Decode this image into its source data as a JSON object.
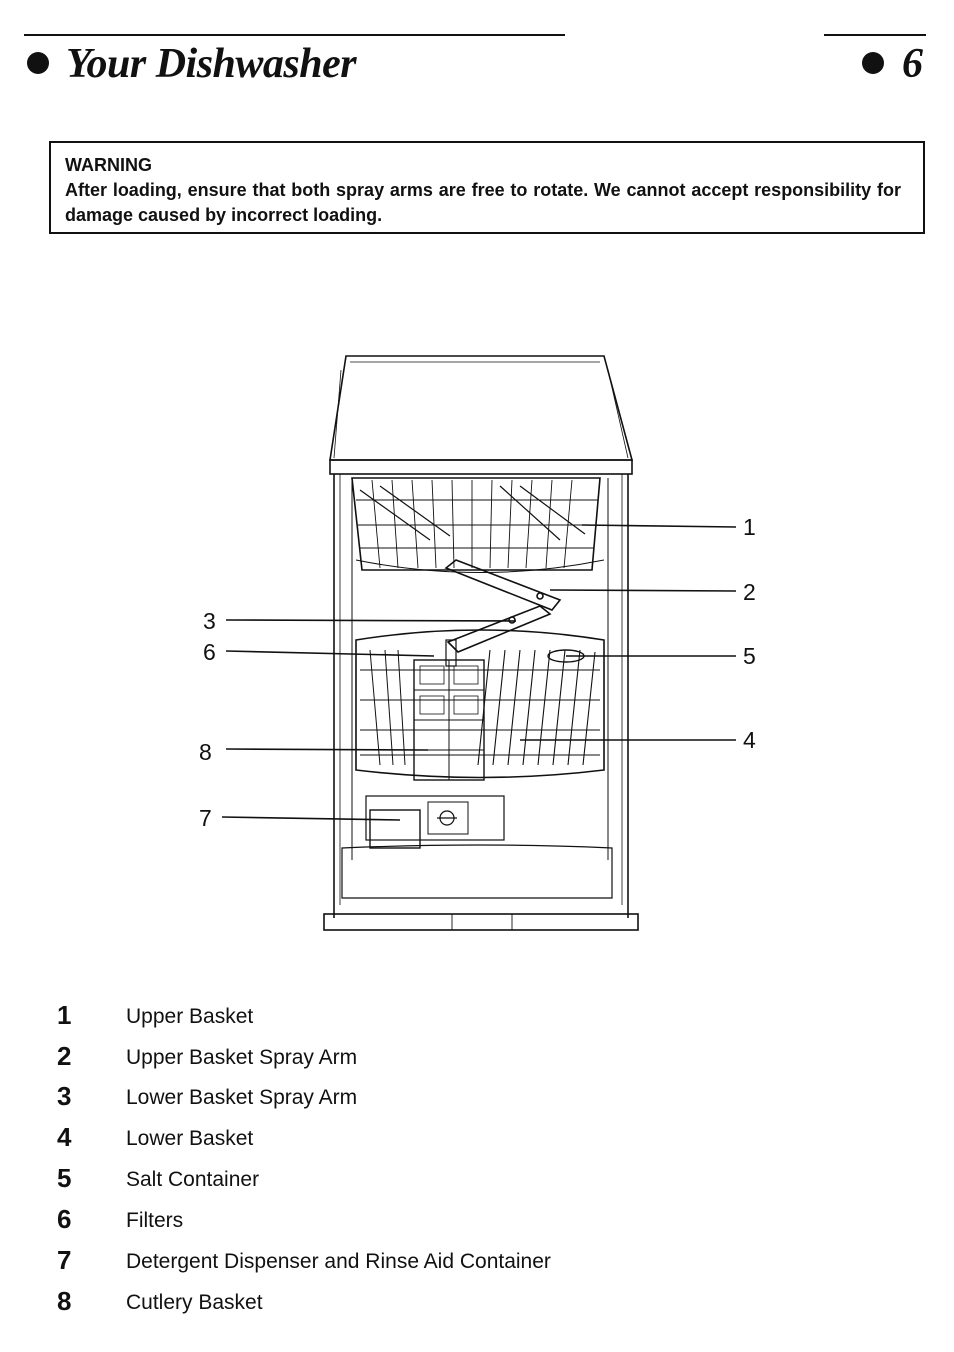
{
  "header": {
    "title": "Your Dishwasher",
    "page_number": "6"
  },
  "warning": {
    "heading": "WARNING",
    "body": "After loading, ensure that both spray arms are free to rotate. We cannot accept responsibility for damage caused by incorrect loading."
  },
  "diagram": {
    "callouts": [
      "1",
      "2",
      "3",
      "6",
      "5",
      "8",
      "4",
      "7"
    ]
  },
  "legend": [
    {
      "number": "1",
      "label": "Upper Basket"
    },
    {
      "number": "2",
      "label": "Upper Basket Spray Arm"
    },
    {
      "number": "3",
      "label": "Lower Basket Spray Arm"
    },
    {
      "number": "4",
      "label": "Lower Basket"
    },
    {
      "number": "5",
      "label": "Salt Container"
    },
    {
      "number": "6",
      "label": "Filters"
    },
    {
      "number": "7",
      "label": "Detergent Dispenser and Rinse Aid Container"
    },
    {
      "number": "8",
      "label": "Cutlery Basket"
    }
  ]
}
